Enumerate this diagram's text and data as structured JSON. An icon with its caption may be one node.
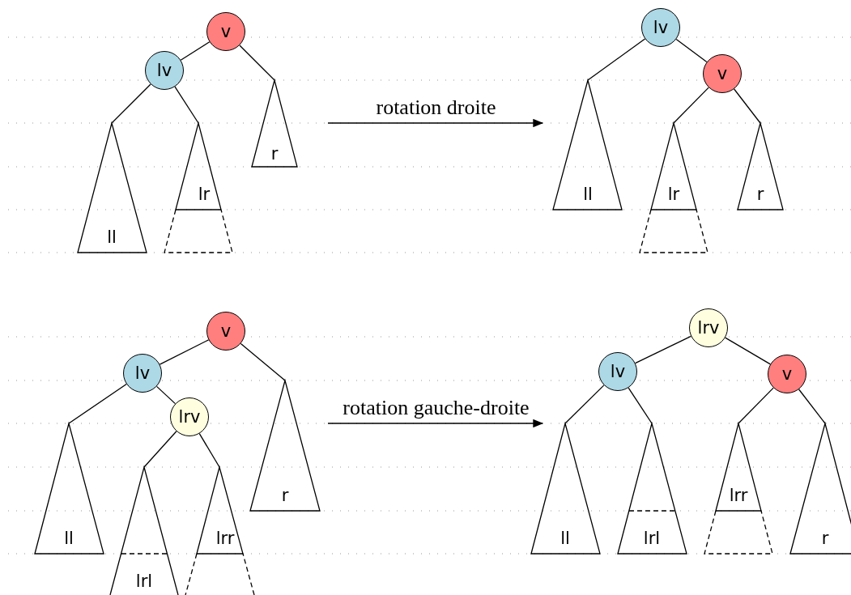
{
  "diagram": {
    "nodes": [
      {
        "text": [
          "v"
        ]
      },
      {
        "text": [
          "lv"
        ]
      },
      {
        "text": [
          "ll"
        ]
      },
      {
        "text": [
          "lr"
        ]
      },
      {
        "text": [
          "r"
        ]
      },
      {
        "text": [
          "lv"
        ]
      },
      {
        "text": [
          "v"
        ]
      },
      {
        "text": [
          "ll"
        ]
      },
      {
        "text": [
          "lr"
        ]
      },
      {
        "text": [
          "r"
        ]
      },
      {
        "text": [
          "v"
        ]
      },
      {
        "text": [
          "lv"
        ]
      },
      {
        "text": [
          "ll"
        ]
      },
      {
        "text": [
          "lrv"
        ]
      },
      {
        "text": [
          "lrl"
        ]
      },
      {
        "text": [
          "lrr"
        ]
      },
      {
        "text": [
          "r"
        ]
      },
      {
        "text": [
          "lrv"
        ]
      },
      {
        "text": [
          "lv"
        ]
      },
      {
        "text": [
          "v"
        ]
      },
      {
        "text": [
          "ll"
        ]
      },
      {
        "text": [
          "lrl"
        ]
      },
      {
        "text": [
          "lrr"
        ]
      },
      {
        "text": [
          "r"
        ]
      }
    ],
    "edges": [
      {
        "from": 0,
        "to": 1,
        "arrow": "none"
      },
      {
        "from": 1,
        "to": 2,
        "arrow": "none"
      },
      {
        "from": 1,
        "to": 3,
        "arrow": "none"
      },
      {
        "from": 0,
        "to": 4,
        "arrow": "none"
      },
      {
        "from": 5,
        "to": 7,
        "arrow": "none"
      },
      {
        "from": 5,
        "to": 6,
        "arrow": "none"
      },
      {
        "from": 6,
        "to": 8,
        "arrow": "none"
      },
      {
        "from": 6,
        "to": 9,
        "arrow": "none"
      },
      {
        "from": 10,
        "to": 11,
        "arrow": "none"
      },
      {
        "from": 10,
        "to": 16,
        "arrow": "none"
      },
      {
        "from": 11,
        "to": 12,
        "arrow": "none"
      },
      {
        "from": 11,
        "to": 13,
        "arrow": "none"
      },
      {
        "from": 13,
        "to": 14,
        "arrow": "none"
      },
      {
        "from": 13,
        "to": 15,
        "arrow": "none"
      },
      {
        "from": 17,
        "to": 18,
        "arrow": "none"
      },
      {
        "from": 17,
        "to": 19,
        "arrow": "none"
      },
      {
        "from": 18,
        "to": 20,
        "arrow": "none"
      },
      {
        "from": 18,
        "to": 21,
        "arrow": "none"
      },
      {
        "from": 19,
        "to": 22,
        "arrow": "none"
      },
      {
        "from": 19,
        "to": 23,
        "arrow": "none"
      }
    ],
    "labels": [
      "rotation droite",
      "rotation gauche-droite"
    ]
  }
}
